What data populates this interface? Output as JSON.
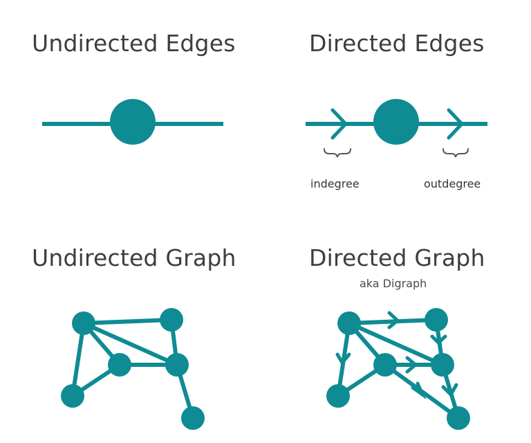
{
  "colors": {
    "accent": "#0f8b94",
    "title_text": "#3d3d3d",
    "label_text": "#333333",
    "brace": "#555555",
    "background": "#ffffff"
  },
  "panels": {
    "undirected_edges": {
      "title": "Undirected Edges"
    },
    "directed_edges": {
      "title": "Directed Edges",
      "indegree_label": "indegree",
      "outdegree_label": "outdegree"
    },
    "undirected_graph": {
      "title": "Undirected Graph"
    },
    "directed_graph": {
      "title": "Directed Graph",
      "subtitle": "aka Digraph"
    }
  }
}
